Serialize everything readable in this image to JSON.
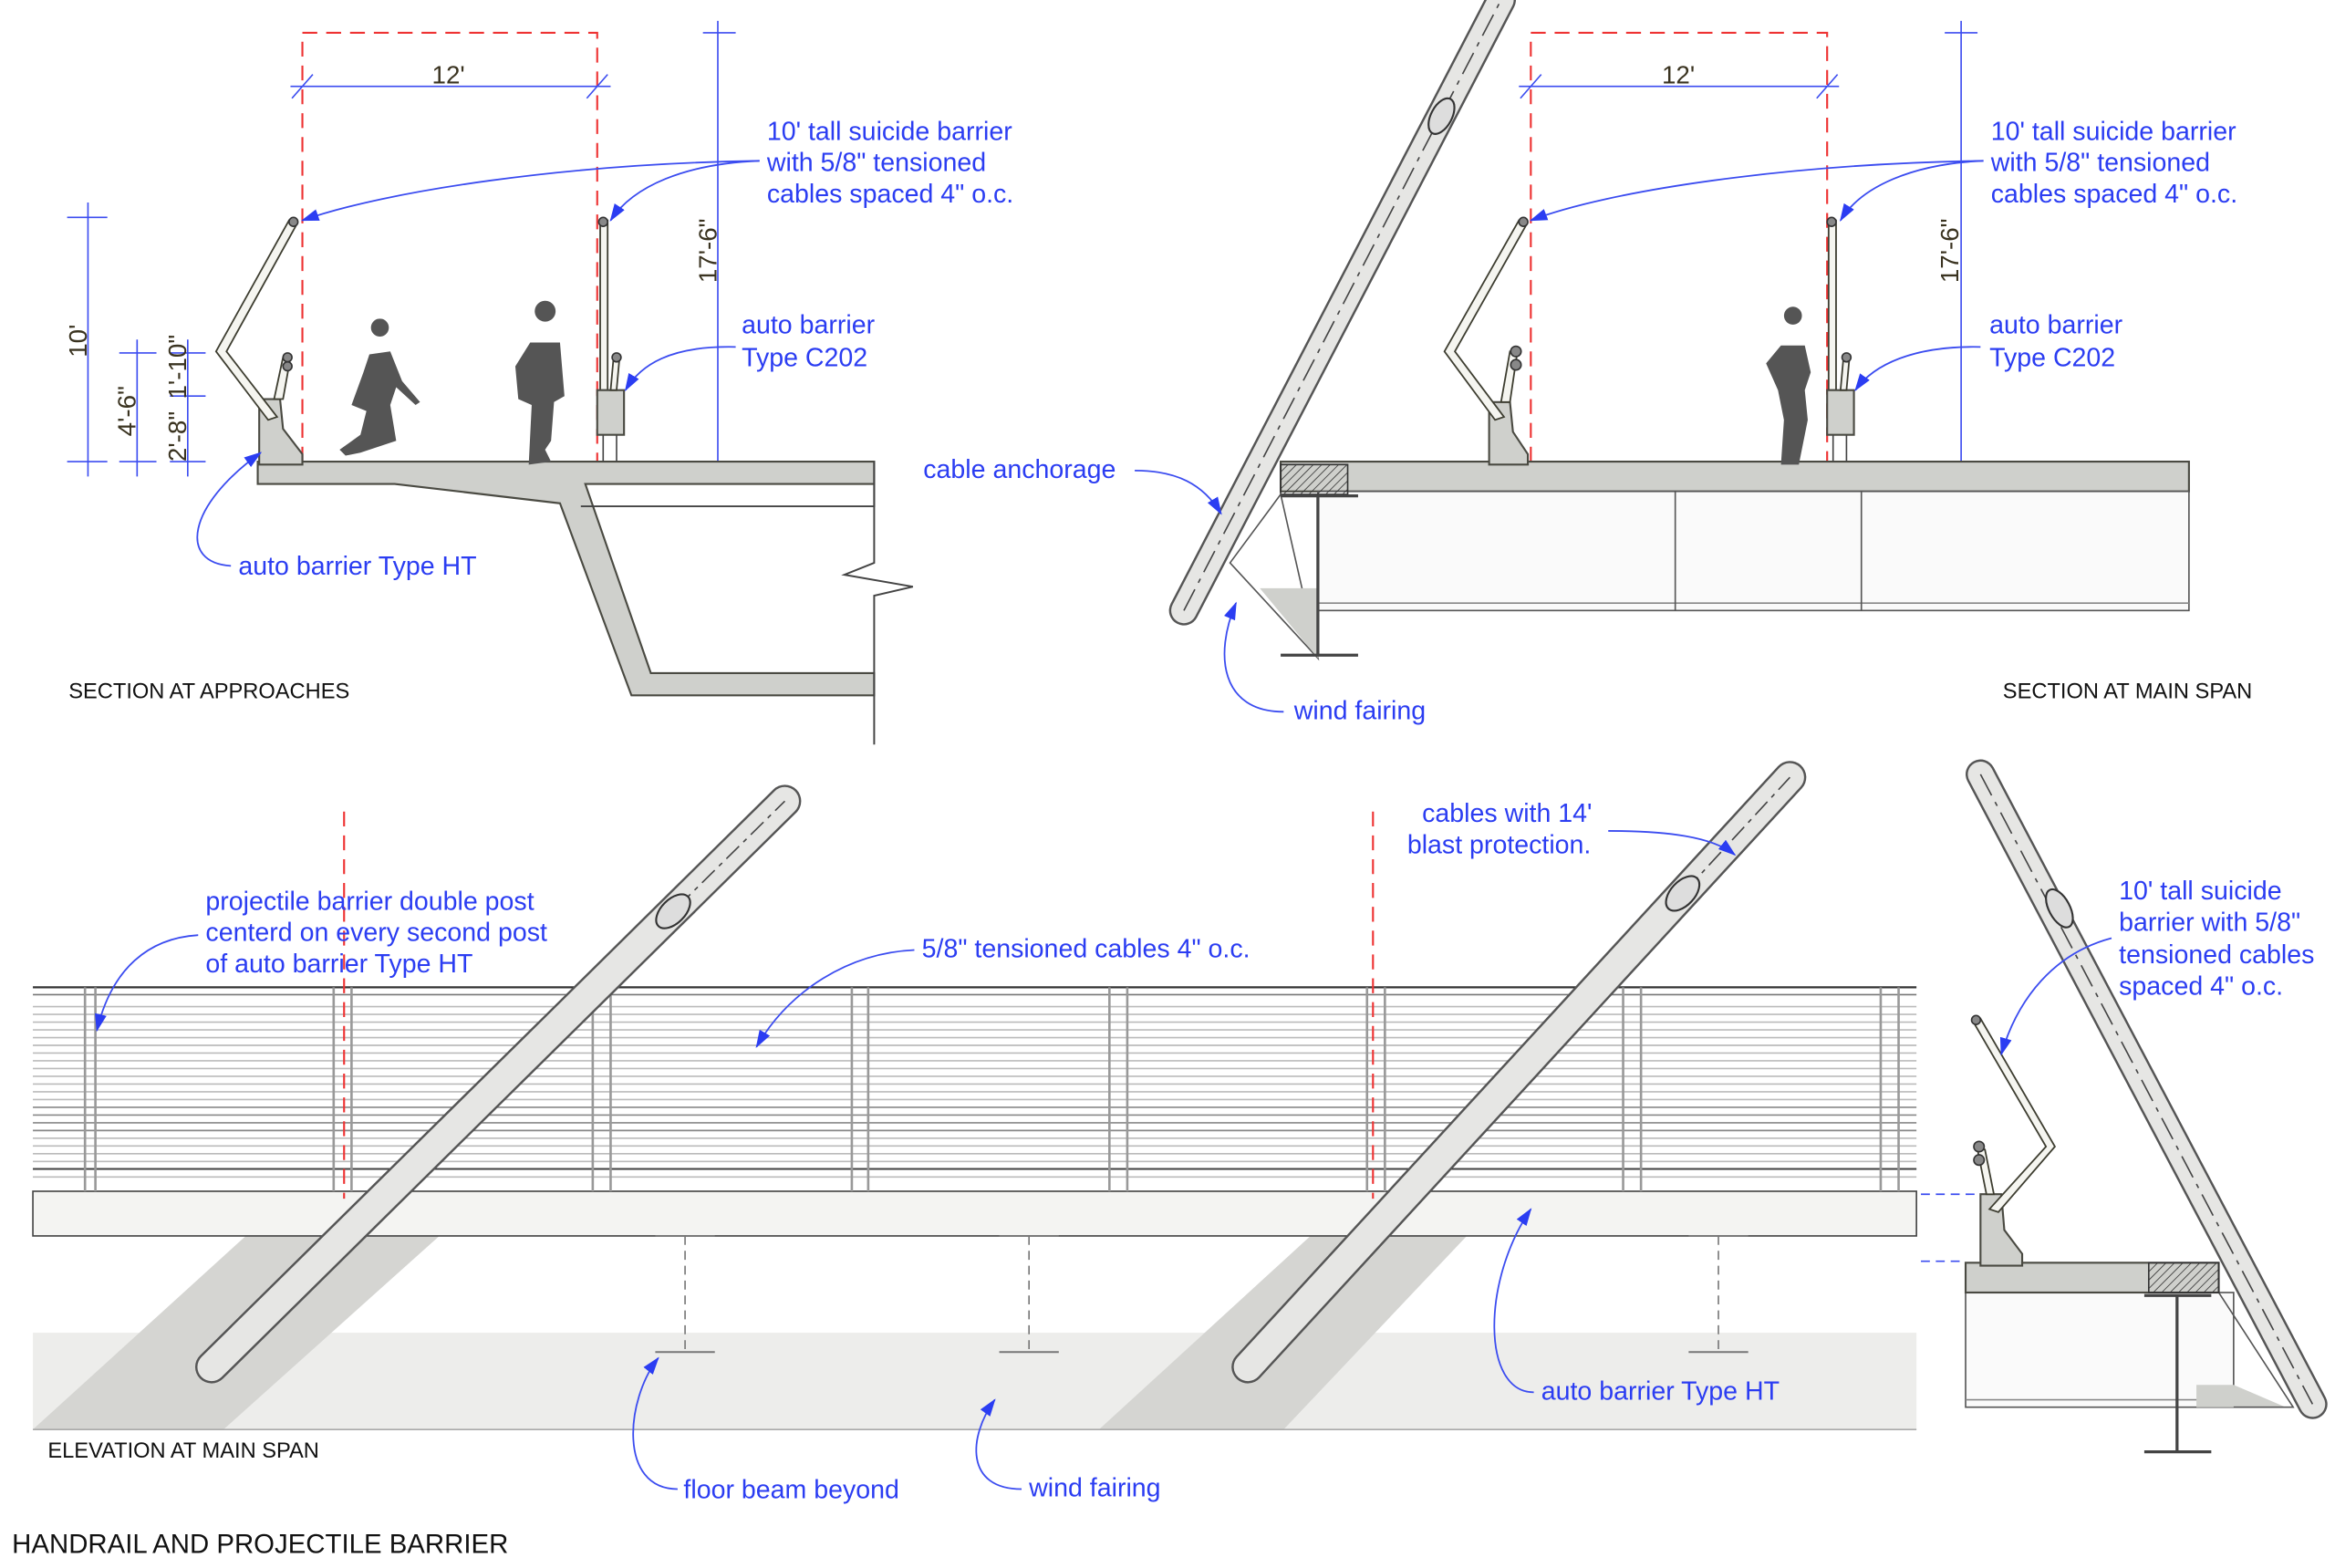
{
  "section_approaches": {
    "caption": "SECTION AT APPROACHES",
    "dim_width": "12'",
    "dim_height": "17'-6\"",
    "dim_barrier": "10'",
    "dim_rail": "4'-6\"",
    "dim_upper": "1'-10\"",
    "dim_lower": "2'-8\"",
    "suicide_barrier_note": [
      "10' tall suicide barrier",
      "with 5/8\" tensioned",
      "cables spaced 4\" o.c."
    ],
    "auto_barrier_c202": [
      "auto barrier",
      "Type C202"
    ],
    "auto_barrier_ht": "auto barrier Type HT"
  },
  "section_main_span": {
    "caption": "SECTION AT MAIN SPAN",
    "dim_width": "12'",
    "dim_height": "17'-6\"",
    "suicide_barrier_note": [
      "10' tall suicide barrier",
      "with 5/8\" tensioned",
      "cables spaced 4\" o.c."
    ],
    "auto_barrier_c202": [
      "auto barrier",
      "Type C202"
    ],
    "cable_anchorage": "cable anchorage",
    "wind_fairing": "wind fairing"
  },
  "elevation": {
    "caption": "ELEVATION AT MAIN SPAN",
    "projectile_note": [
      "projectile barrier double post",
      "centerd on every second post",
      "of auto barrier Type HT"
    ],
    "cables_note": "5/8\" tensioned cables 4\" o.c.",
    "blast_note": [
      "cables with 14'",
      "blast protection."
    ],
    "auto_barrier_ht": "auto barrier Type HT",
    "floor_beam": "floor beam beyond",
    "wind_fairing": "wind fairing"
  },
  "side_section": {
    "suicide_barrier_note": [
      "10' tall suicide",
      "barrier with 5/8\"",
      "tensioned cables",
      "spaced 4\" o.c."
    ]
  },
  "sheet_title": "HANDRAIL AND PROJECTILE BARRIER",
  "colors": {
    "annotation": "#2b3df2",
    "centerline": "#ee3333",
    "concrete": "#cfd0cc"
  }
}
